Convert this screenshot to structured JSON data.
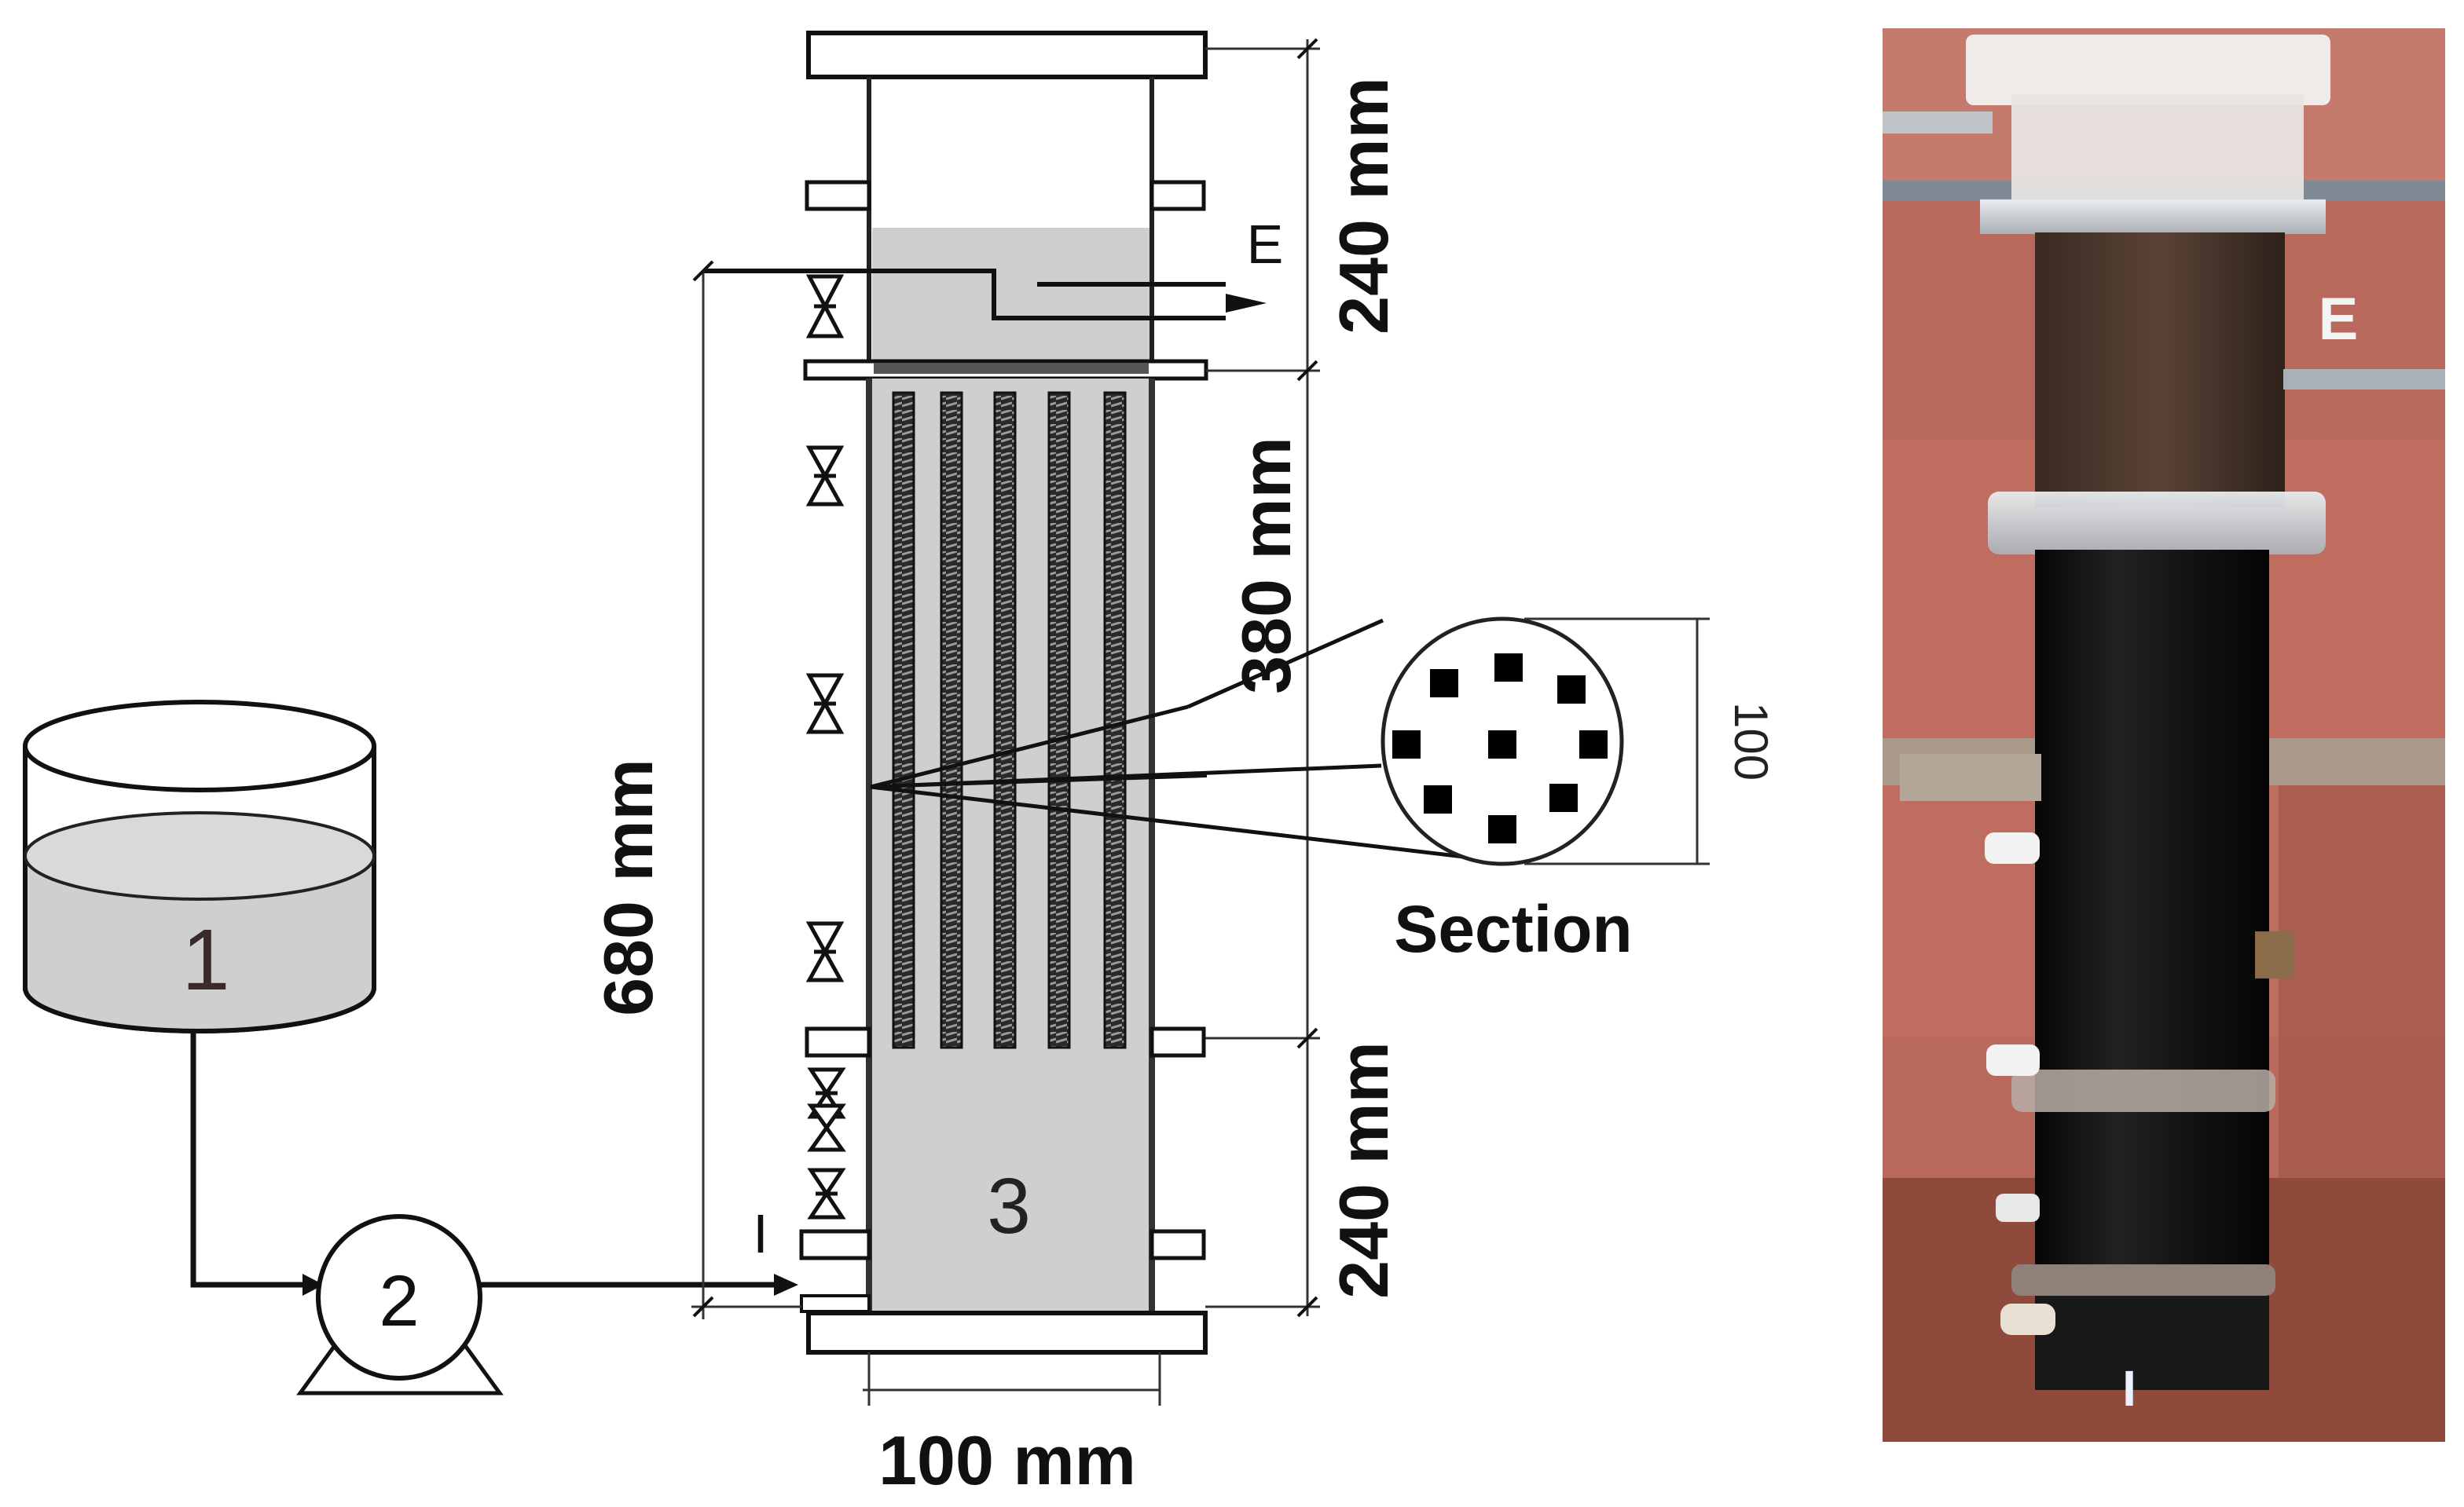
{
  "labels": {
    "tank": "1",
    "pump": "2",
    "reactor": "3",
    "effluent": "E",
    "influent": "I",
    "photo_effluent": "E",
    "photo_influent": "I",
    "section": "Section"
  },
  "dimensions": {
    "top_height": "240 mm",
    "middle_height": "380 mm",
    "bottom_height": "240 mm",
    "total_height": "680 mm",
    "width": "100 mm",
    "section_width": "100"
  },
  "colors": {
    "liquid": "#cfcfcf",
    "line": "#111111",
    "photo_background": "#b8695c",
    "column_dark": "#141414"
  }
}
